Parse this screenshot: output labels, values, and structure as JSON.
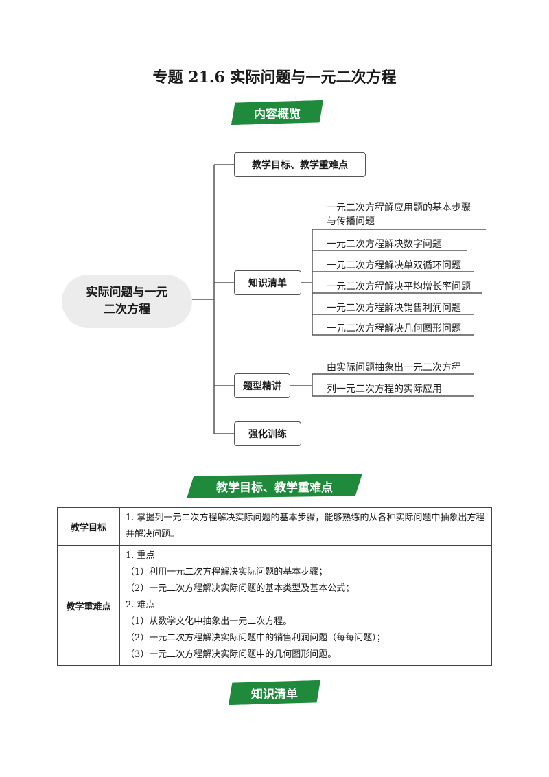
{
  "title": "专题 21.6  实际问题与一元二次方程",
  "banners": {
    "overview": "内容概览",
    "objectives": "教学目标、教学重难点",
    "checklist": "知识清单"
  },
  "mindmap": {
    "root": "实际问题与一元二次方程",
    "nodes": [
      {
        "label": "教学目标、教学重难点"
      },
      {
        "label": "知识清单"
      },
      {
        "label": "题型精讲"
      },
      {
        "label": "强化训练"
      }
    ],
    "knowledge_items": [
      "一元二次方程解应用题的基本步骤与传播问题",
      "一元二次方程解决数字问题",
      "一元二次方程解决单双循环问题",
      "一元二次方程解决平均增长率问题",
      "一元二次方程解决销售利润问题",
      "一元二次方程解决几何图形问题"
    ],
    "knowledge_item_first_line1": "一元二次方程解应用题的基本步骤",
    "knowledge_item_first_line2": "与传播问题",
    "question_items": [
      "由实际问题抽象出一元二次方程",
      "列一元二次方程的实际应用"
    ]
  },
  "table": {
    "row1_head": "教学目标",
    "row1_content": "1. 掌握列一元二次方程解决实际问题的基本步骤，能够熟练的从各种实际问题中抽象出方程并解决问题。",
    "row2_head": "教学重难点",
    "row2_lines": [
      "1. 重点",
      "（1）利用一元二次方程解决实际问题的基本步骤；",
      "（2）一元二次方程解决实际问题的基本类型及基本公式；",
      "2. 难点",
      "（1）从数学文化中抽象出一元二次方程。",
      "（2）一元二次方程解决实际问题中的销售利润问题（每每问题）；",
      "（3）一元二次方程解决实际问题中的几何图形问题。"
    ]
  }
}
